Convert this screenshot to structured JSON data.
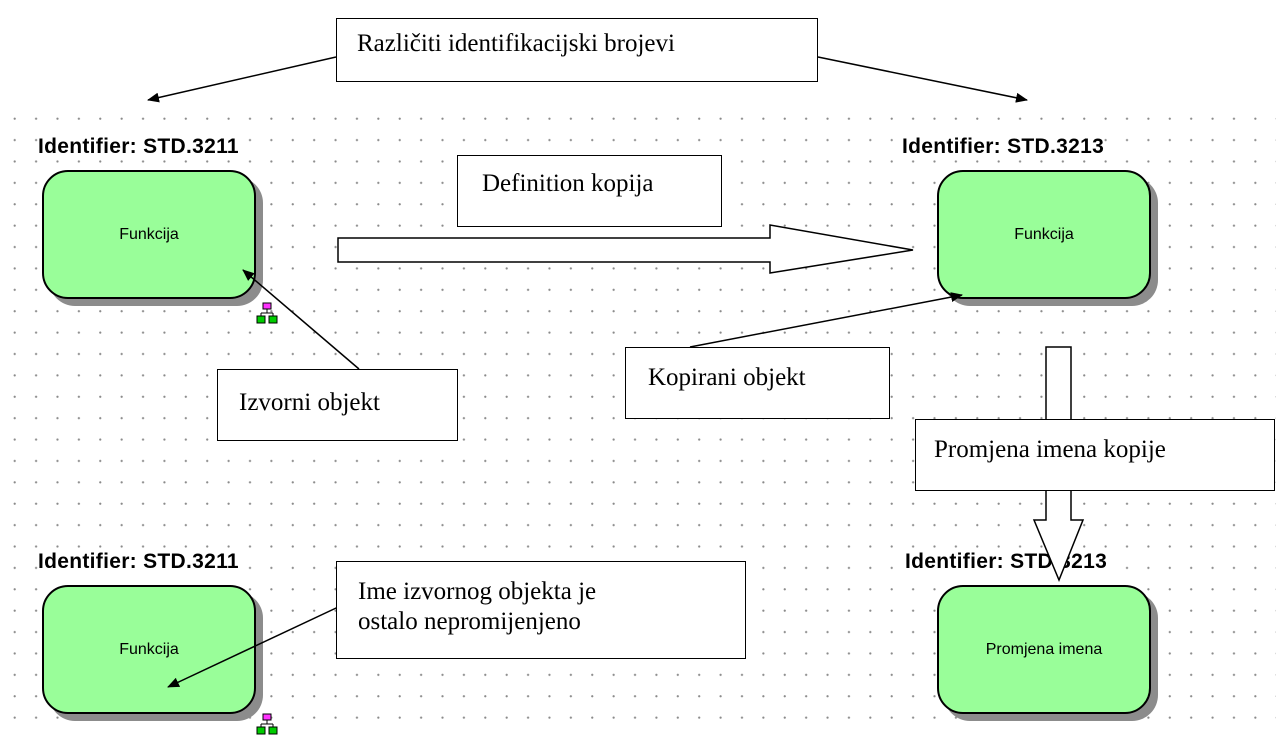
{
  "callouts": {
    "different_ids": "Različiti identifikacijski brojevi",
    "definition_copy": "Definition kopija",
    "source_object": "Izvorni objekt",
    "copied_object": "Kopirani objekt",
    "rename_copy": "Promjena imena kopije",
    "source_name_unchanged_line1": "Ime izvornog objekta je",
    "source_name_unchanged_line2": "ostalo nepromijenjeno"
  },
  "objects": {
    "top_left": {
      "identifier": "Identifier: STD.3211",
      "name": "Funkcija"
    },
    "top_right": {
      "identifier": "Identifier: STD.3213",
      "name": "Funkcija"
    },
    "bottom_left": {
      "identifier": "Identifier: STD.3211",
      "name": "Funkcija"
    },
    "bottom_right": {
      "identifier": "Identifier: STD.3213",
      "name": "Promjena imena"
    }
  },
  "colors": {
    "function_fill": "#99fe99",
    "shadow": "#8c8c8c",
    "icon_pink": "#ff33ff",
    "icon_green": "#00cc00"
  },
  "icons": {
    "assignment": "hierarchy-icon"
  }
}
